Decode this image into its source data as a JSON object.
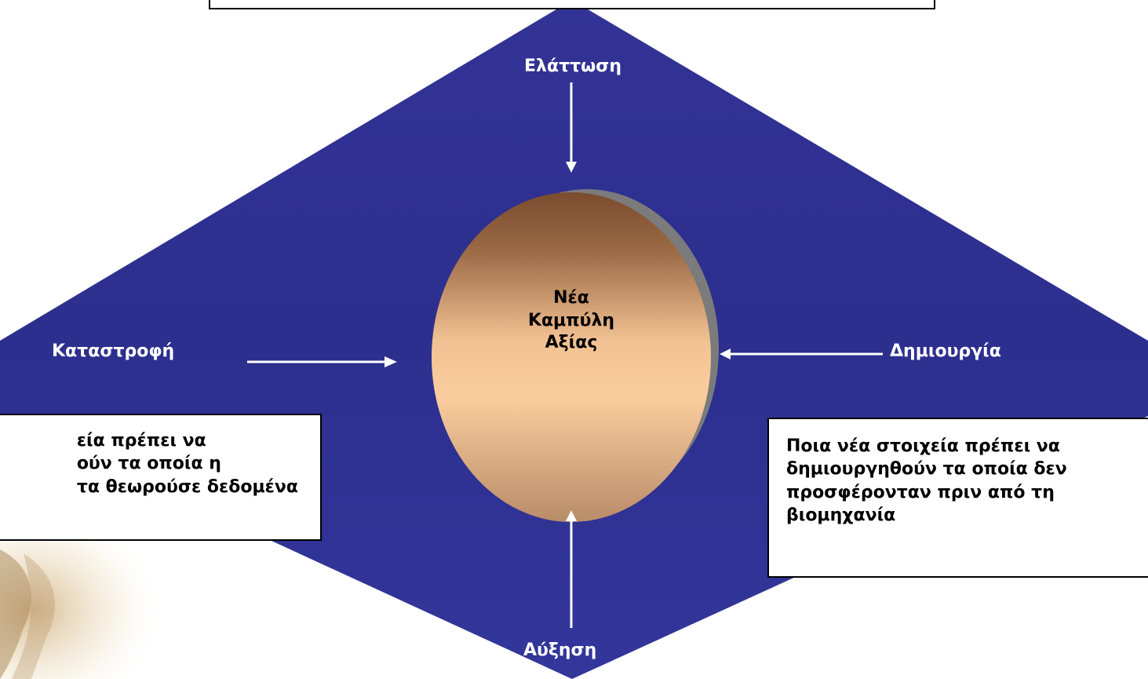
{
  "diagram": {
    "center": {
      "lines": [
        "Νέα",
        "Καμπύλη",
        "Αξίας"
      ]
    },
    "labels": {
      "top": "Ελάττωση",
      "bottom": "Αύξηση",
      "left": "Καταστροφή",
      "right": "Δημιουργία"
    },
    "left_box": {
      "lines": [
        "εία πρέπει να",
        "ούν τα οποία η",
        "τα θεωρούσε δεδομένα"
      ]
    },
    "right_box": {
      "lines": [
        "Ποια νέα στοιχεία πρέπει να",
        "δημιουργηθούν τα οποία δεν",
        "προσφέρονταν πριν από τη",
        "βιομηχανία"
      ]
    },
    "colors": {
      "diamond": "#2e3192",
      "circle_light": "#f8c898",
      "circle_dark": "#8a5a36",
      "shadow": "#7a7a7a",
      "arrows": "#ffffff"
    }
  }
}
